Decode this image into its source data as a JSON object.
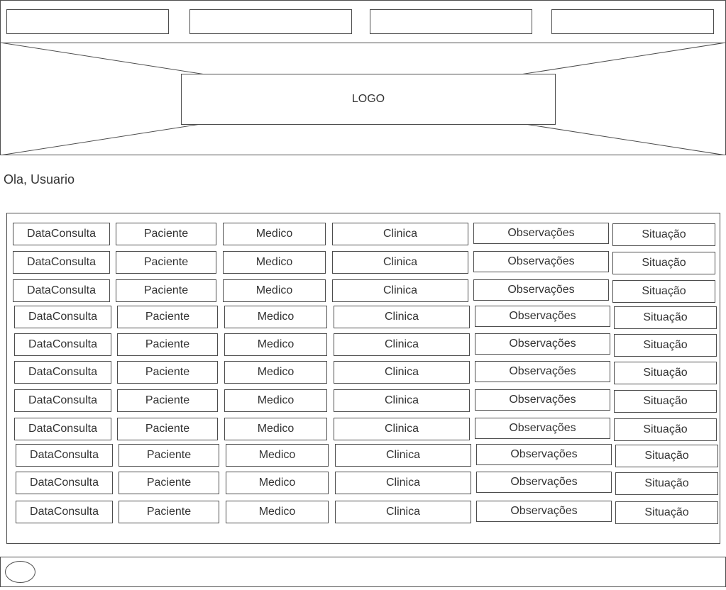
{
  "nav": {
    "items": [
      "",
      "",
      "",
      ""
    ]
  },
  "banner": {
    "logo_text": "LOGO"
  },
  "greeting": "Ola, Usuario",
  "table": {
    "columns": [
      "DataConsulta",
      "Paciente",
      "Medico",
      "Clinica",
      "Observações",
      "Situação"
    ],
    "rows": [
      [
        "DataConsulta",
        "Paciente",
        "Medico",
        "Clinica",
        "Observações",
        "Situação"
      ],
      [
        "DataConsulta",
        "Paciente",
        "Medico",
        "Clinica",
        "Observações",
        "Situação"
      ],
      [
        "DataConsulta",
        "Paciente",
        "Medico",
        "Clinica",
        "Observações",
        "Situação"
      ],
      [
        "DataConsulta",
        "Paciente",
        "Medico",
        "Clinica",
        "Observações",
        "Situação"
      ],
      [
        "DataConsulta",
        "Paciente",
        "Medico",
        "Clinica",
        "Observações",
        "Situação"
      ],
      [
        "DataConsulta",
        "Paciente",
        "Medico",
        "Clinica",
        "Observações",
        "Situação"
      ],
      [
        "DataConsulta",
        "Paciente",
        "Medico",
        "Clinica",
        "Observações",
        "Situação"
      ],
      [
        "DataConsulta",
        "Paciente",
        "Medico",
        "Clinica",
        "Observações",
        "Situação"
      ],
      [
        "DataConsulta",
        "Paciente",
        "Medico",
        "Clinica",
        "Observações",
        "Situação"
      ],
      [
        "DataConsulta",
        "Paciente",
        "Medico",
        "Clinica",
        "Observações",
        "Situação"
      ],
      [
        "DataConsulta",
        "Paciente",
        "Medico",
        "Clinica",
        "Observações",
        "Situação"
      ]
    ]
  },
  "footer": {
    "icon": "oval-shape"
  }
}
